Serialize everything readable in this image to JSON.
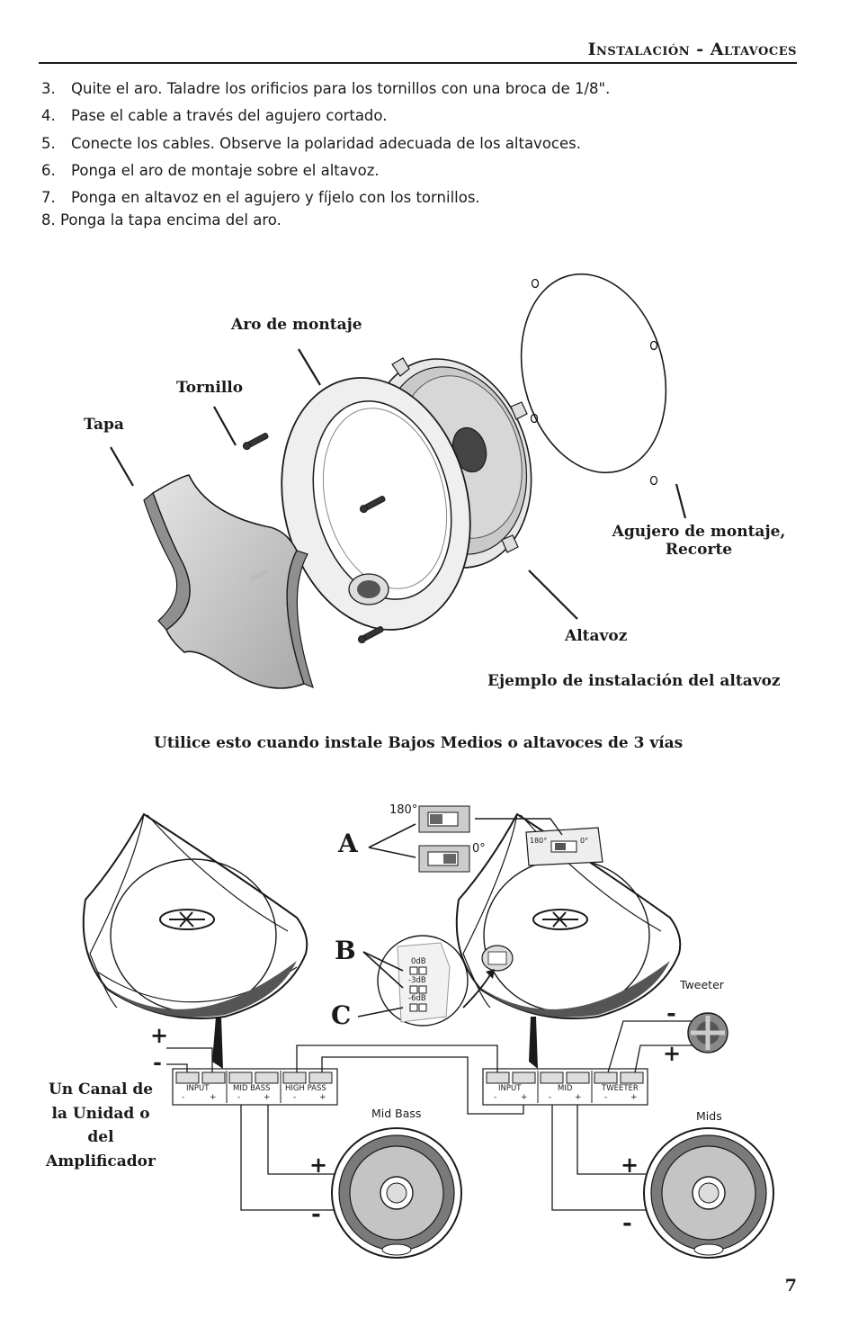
{
  "header": {
    "title": "Instalación - Altavoces"
  },
  "steps": [
    {
      "num": "3.",
      "text": "Quite el aro. Taladre los orificios para los tornillos con una broca de 1/8\"."
    },
    {
      "num": "4.",
      "text": "Pase el cable a través del agujero cortado."
    },
    {
      "num": "5.",
      "text": "Conecte los cables. Observe la polaridad adecuada de los altavoces."
    },
    {
      "num": "6.",
      "text": "Ponga el aro de montaje sobre el altavoz."
    },
    {
      "num": "7.",
      "text": "Ponga en altavoz en el agujero y fíjelo con los tornillos."
    }
  ],
  "step8": "8. Ponga la tapa encima del aro.",
  "figure1": {
    "labels": {
      "mounting_ring": "Aro de montaje",
      "screw": "Tornillo",
      "cover": "Tapa",
      "cutout_line1": "Agujero de montaje,",
      "cutout_line2": "Recorte",
      "speaker": "Altavoz"
    },
    "caption": "Ejemplo de instalación del altavoz"
  },
  "section_title": "Utilice esto cuando instale Bajos Medios o altavoces de 3 vías",
  "figure2": {
    "letters": {
      "a": "A",
      "b": "B",
      "c": "C"
    },
    "phase": {
      "deg180": "180°",
      "deg0": "0°",
      "mini180": "180°",
      "mini0": "0°"
    },
    "attenuation": {
      "db0": "0dB",
      "db3": "-3dB",
      "db6": "-6dB"
    },
    "tweeter_label": "Tweeter",
    "midbass_label": "Mid Bass",
    "mids_label": "Mids",
    "source_lines": [
      "Un Canal de",
      "la Unidad o",
      "del",
      "Amplificador"
    ],
    "plus": "+",
    "minus": "-",
    "terminal_left": {
      "groups": [
        {
          "name": "INPUT",
          "minus": "-",
          "plus": "+"
        },
        {
          "name": "MID BASS",
          "minus": "-",
          "plus": "+"
        },
        {
          "name": "HIGH PASS",
          "minus": "-",
          "plus": "+"
        }
      ]
    },
    "terminal_right": {
      "groups": [
        {
          "name": "INPUT",
          "minus": "-",
          "plus": "+"
        },
        {
          "name": "MID",
          "minus": "-",
          "plus": "+"
        },
        {
          "name": "TWEETER",
          "minus": "-",
          "plus": "+"
        }
      ]
    }
  },
  "page_number": "7"
}
